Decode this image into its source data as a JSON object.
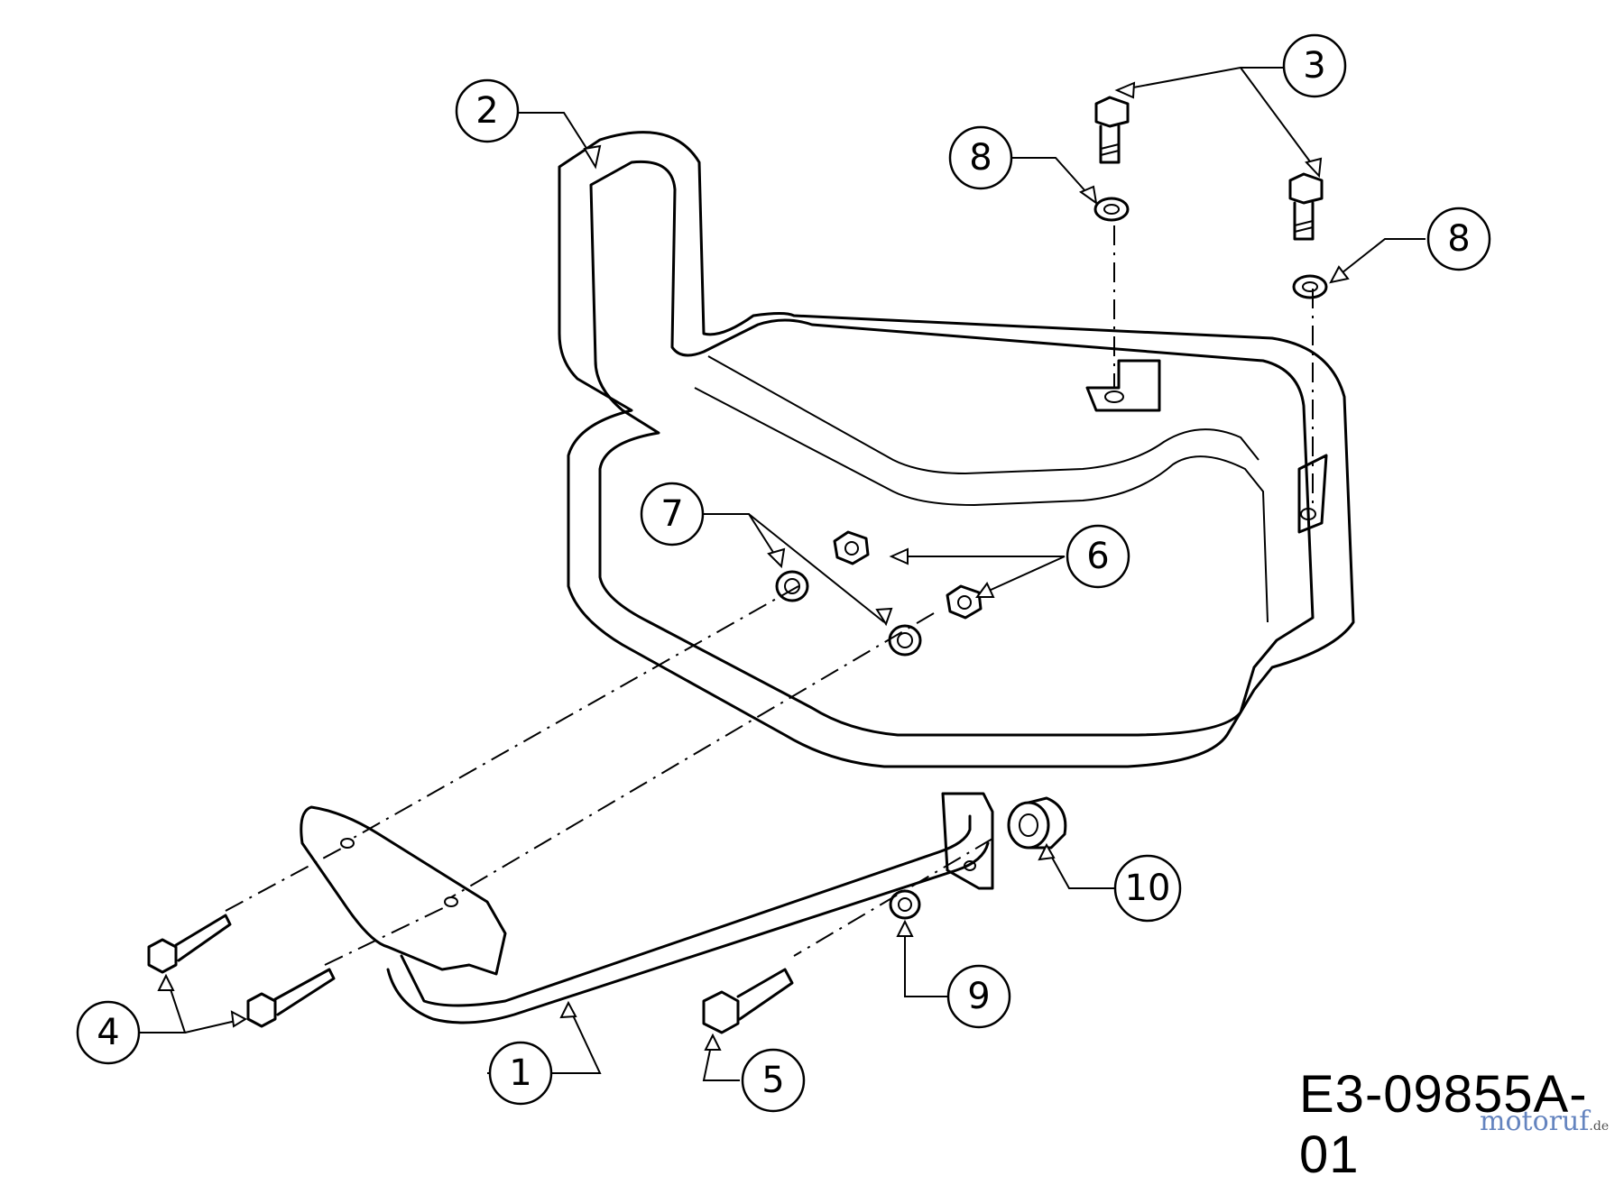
{
  "callouts": [
    {
      "id": "callout-1",
      "label": "1"
    },
    {
      "id": "callout-2",
      "label": "2"
    },
    {
      "id": "callout-3",
      "label": "3"
    },
    {
      "id": "callout-4",
      "label": "4"
    },
    {
      "id": "callout-5",
      "label": "5"
    },
    {
      "id": "callout-6",
      "label": "6"
    },
    {
      "id": "callout-7",
      "label": "7"
    },
    {
      "id": "callout-8a",
      "label": "8"
    },
    {
      "id": "callout-8b",
      "label": "8"
    },
    {
      "id": "callout-9",
      "label": "9"
    },
    {
      "id": "callout-10",
      "label": "10"
    }
  ],
  "drawing_code": "E3-09855A-01",
  "watermark": {
    "text": "motoruf",
    "tld": ".de",
    "color": "#4a6fb5"
  }
}
